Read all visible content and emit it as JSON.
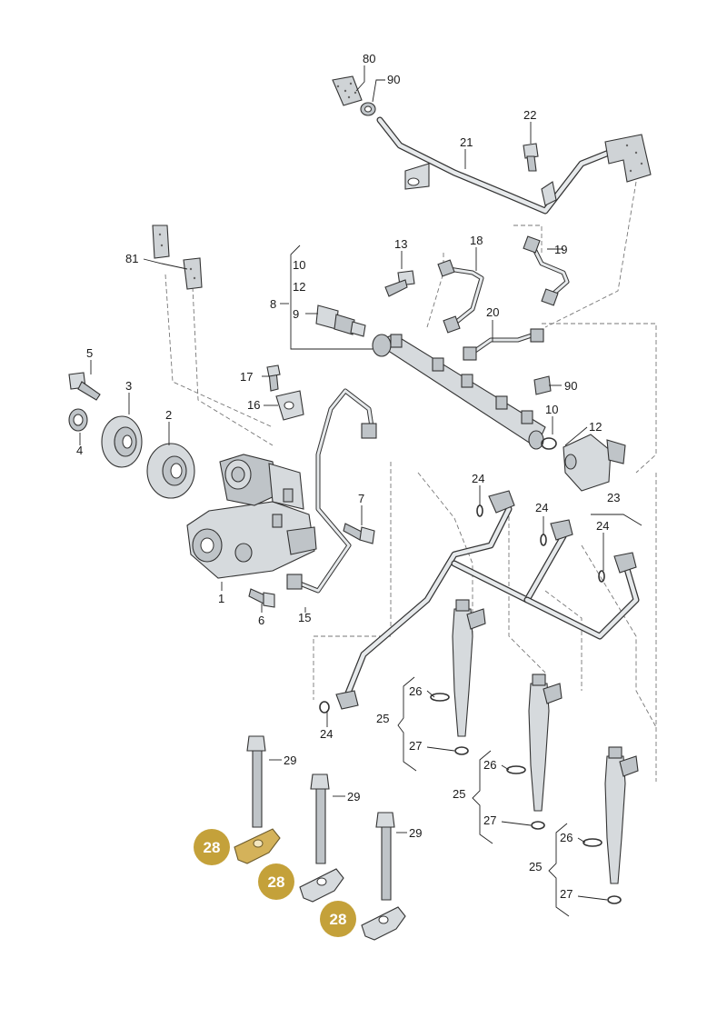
{
  "labels": {
    "p80": "80",
    "p90a": "90",
    "p22": "22",
    "p21": "21",
    "p13": "13",
    "p18": "18",
    "p19": "19",
    "p81": "81",
    "p10a": "10",
    "p12a": "12",
    "p8": "8",
    "p9": "9",
    "p20": "20",
    "p5": "5",
    "p3": "3",
    "p2": "2",
    "p4": "4",
    "p17": "17",
    "p16": "16",
    "p90b": "90",
    "p10b": "10",
    "p12b": "12",
    "p7": "7",
    "p1": "1",
    "p6": "6",
    "p15": "15",
    "p24a": "24",
    "p24b": "24",
    "p24c": "24",
    "p23": "23",
    "p24d": "24",
    "p26a": "26",
    "p25a": "25",
    "p27a": "27",
    "p26b": "26",
    "p25b": "25",
    "p27b": "27",
    "p26c": "26",
    "p25c": "25",
    "p27c": "27",
    "p29a": "29",
    "p29b": "29",
    "p29c": "29"
  },
  "highlight": {
    "badge_label": "28",
    "badge_color": "#c4a13a",
    "part_color": "#d4b25a"
  }
}
